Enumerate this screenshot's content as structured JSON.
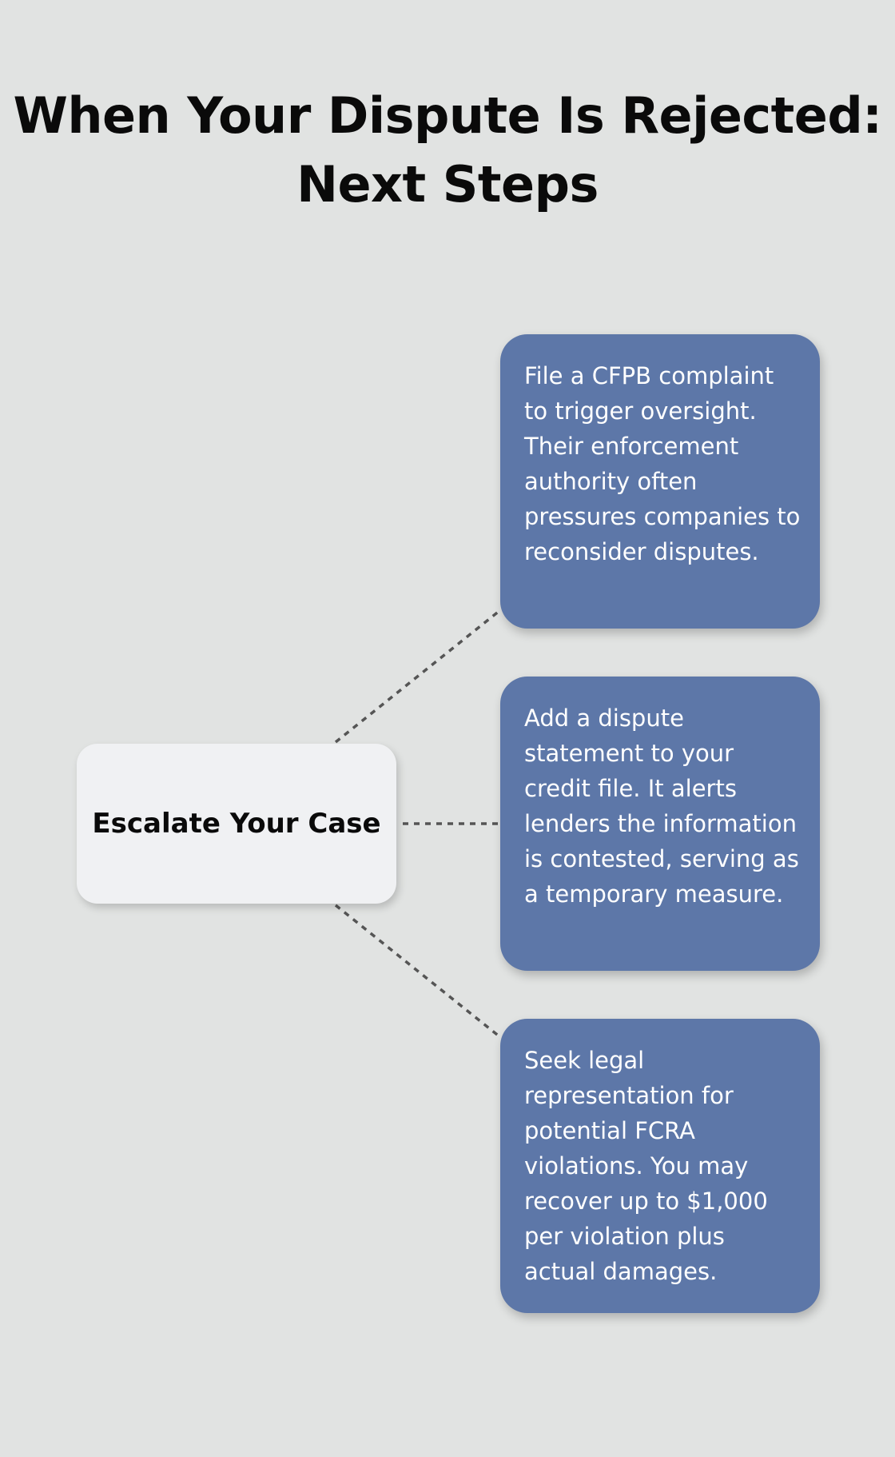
{
  "title": {
    "line1": "When Your Dispute Is Rejected:",
    "line2": "Next Steps"
  },
  "center": {
    "label": "Escalate Your Case"
  },
  "steps": [
    {
      "text": "File a CFPB complaint to trigger oversight. Their enforcement authority often pressures companies to reconsider disputes."
    },
    {
      "text": "Add a dispute statement to your credit file. It alerts lenders the information is contested, serving as a temporary measure."
    },
    {
      "text": "Seek legal representation for potential FCRA violations. You may recover up to $1,000 per violation plus actual damages."
    }
  ],
  "colors": {
    "background": "#e1e3e2",
    "card": "#5d77a8",
    "center_node": "#f0f1f3",
    "connector": "#555555"
  }
}
